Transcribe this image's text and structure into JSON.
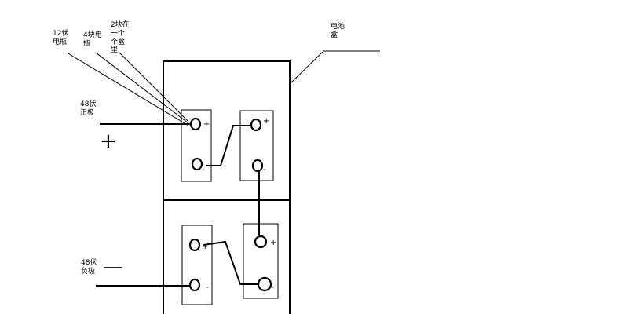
{
  "labels": {
    "cell_12v_a": "12伏",
    "cell_12v_b": "电瓶",
    "four_cells_a": "4块电",
    "four_cells_b": "瓶",
    "two_per_box_a": "2块在",
    "two_per_box_b": "一个",
    "two_per_box_c": "个盒",
    "two_per_box_d": "里",
    "battery_box_a": "电池",
    "battery_box_b": "盒",
    "pos_a": "48伏",
    "pos_b": "正极",
    "neg_a": "48伏",
    "neg_b": "负极"
  },
  "signs": {
    "plus": "+",
    "minus": "-",
    "big_plus": "+",
    "big_minus": "—"
  }
}
